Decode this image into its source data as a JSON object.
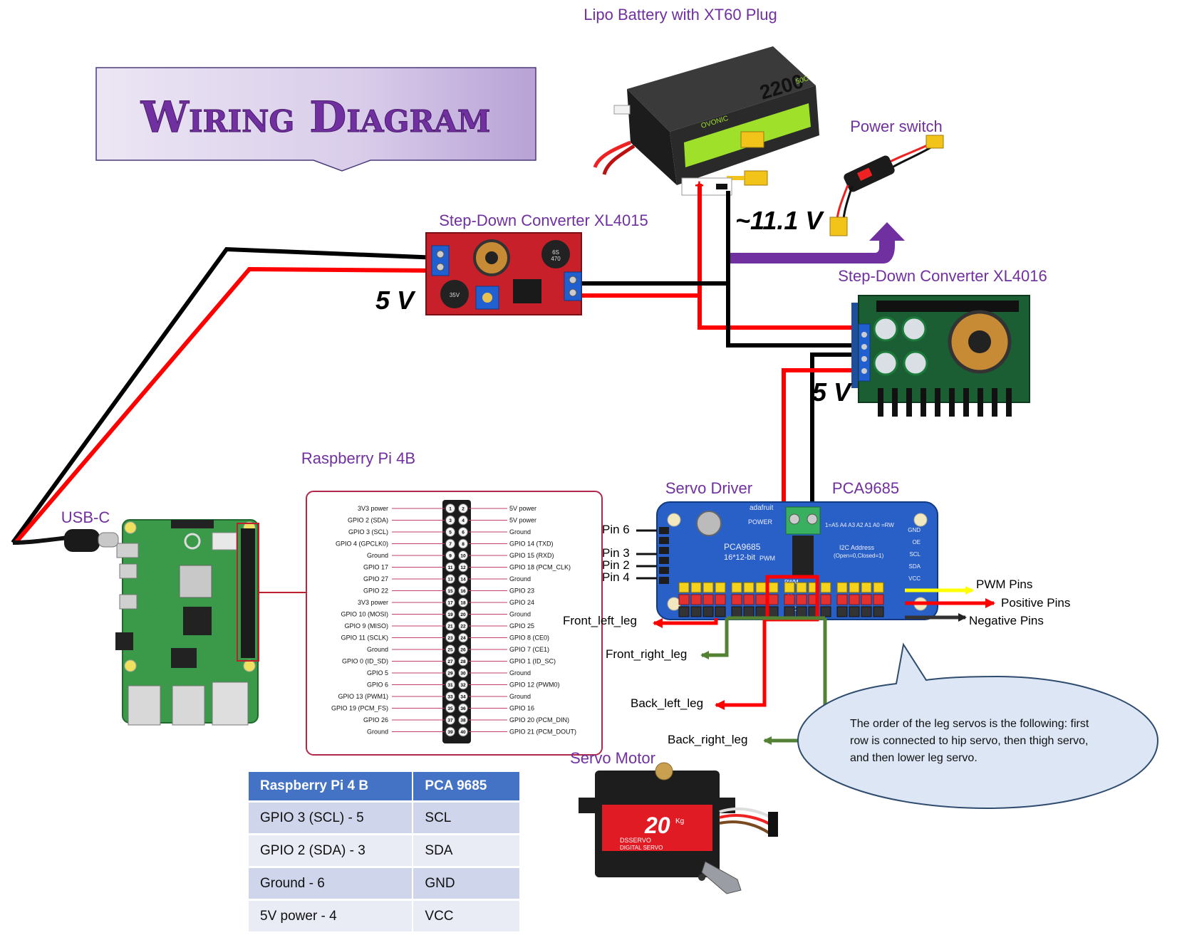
{
  "title": "Wiring Diagram",
  "labels": {
    "battery": "Lipo Battery with XT60 Plug",
    "power_switch": "Power switch",
    "xl4015": "Step-Down Converter XL4015",
    "xl4016": "Step-Down Converter XL4016",
    "raspberry_pi": "Raspberry Pi 4B",
    "usb_c": "USB-C",
    "servo_driver": "Servo Driver",
    "pca9685": "PCA9685",
    "servo_motor": "Servo Motor"
  },
  "voltages": {
    "battery": "~11.1 V",
    "xl4015_out": "5 V",
    "xl4016_out": "5 V"
  },
  "battery_printing": {
    "capacity": "2200",
    "brand": "OVONIC",
    "rating": "50C"
  },
  "servo_printing": {
    "torque": "20",
    "unit": "Kg",
    "brand": "DSSERVO",
    "model": "DIGITAL SERVO"
  },
  "driver_printing": {
    "name": "PCA9685",
    "subtitle": "16*12-bit",
    "maker": "adafruit",
    "power": "POWER",
    "i2c": "I2C Address",
    "jumper": "(Open=0,Closed=1)",
    "pwm": "PWM",
    "vplus": "V+",
    "gnd": "GND",
    "side_pins": [
      "GND",
      "OE",
      "SCL",
      "SDA",
      "VCC"
    ],
    "addr": "1=A5 A4 A3 A2 A1 A0 =RW"
  },
  "converter_printing": {
    "cap_text": "470",
    "cap_volt": "35V",
    "cap_code": "6S"
  },
  "driver_pins": [
    "Pin 6",
    "Pin 3",
    "Pin 2",
    "Pin 4"
  ],
  "pin_groups": {
    "pwm": "PWM Pins",
    "positive": "Positive Pins",
    "negative": "Negative Pins"
  },
  "legs": {
    "front_left": "Front_left_leg",
    "front_right": "Front_right_leg",
    "back_left": "Back_left_leg",
    "back_right": "Back_right_leg"
  },
  "note": "The order of the leg servos is the following: first row is connected to hip servo, then thigh servo, and then lower leg servo.",
  "gpio_header": {
    "left": [
      "3V3 power",
      "GPIO 2 (SDA)",
      "GPIO 3 (SCL)",
      "GPIO 4 (GPCLK0)",
      "Ground",
      "GPIO 17",
      "GPIO 27",
      "GPIO 22",
      "3V3 power",
      "GPIO 10 (MOSI)",
      "GPIO 9 (MISO)",
      "GPIO 11 (SCLK)",
      "Ground",
      "GPIO 0 (ID_SD)",
      "GPIO 5",
      "GPIO 6",
      "GPIO 13 (PWM1)",
      "GPIO 19 (PCM_FS)",
      "GPIO 26",
      "Ground"
    ],
    "right": [
      "5V power",
      "5V power",
      "Ground",
      "GPIO 14 (TXD)",
      "GPIO 15 (RXD)",
      "GPIO 18 (PCM_CLK)",
      "Ground",
      "GPIO 23",
      "GPIO 24",
      "Ground",
      "GPIO 25",
      "GPIO 8 (CE0)",
      "GPIO 7 (CE1)",
      "GPIO 1 (ID_SC)",
      "Ground",
      "GPIO 12 (PWM0)",
      "Ground",
      "GPIO 16",
      "GPIO 20 (PCM_DIN)",
      "GPIO 21 (PCM_DOUT)"
    ]
  },
  "mapping_table": {
    "headers": [
      "Raspberry Pi 4 B",
      "PCA 9685"
    ],
    "rows": [
      [
        "GPIO 3 (SCL) - 5",
        "SCL"
      ],
      [
        "GPIO 2 (SDA) - 3",
        "SDA"
      ],
      [
        "Ground - 6",
        "GND"
      ],
      [
        "5V power - 4",
        "VCC"
      ]
    ]
  },
  "colors": {
    "positive_wire": "#ff0000",
    "negative_wire": "#000000",
    "pwm_wire": "#ffff00",
    "switch_arrow": "#7030a0",
    "leg_green": "#548235",
    "title_purple": "#7030a0",
    "label_purple": "#7030a0",
    "pi_board": "#3a9a4a",
    "driver_board": "#2860c8",
    "converter_board": "#c8202a",
    "table_header": "#4472c4"
  }
}
